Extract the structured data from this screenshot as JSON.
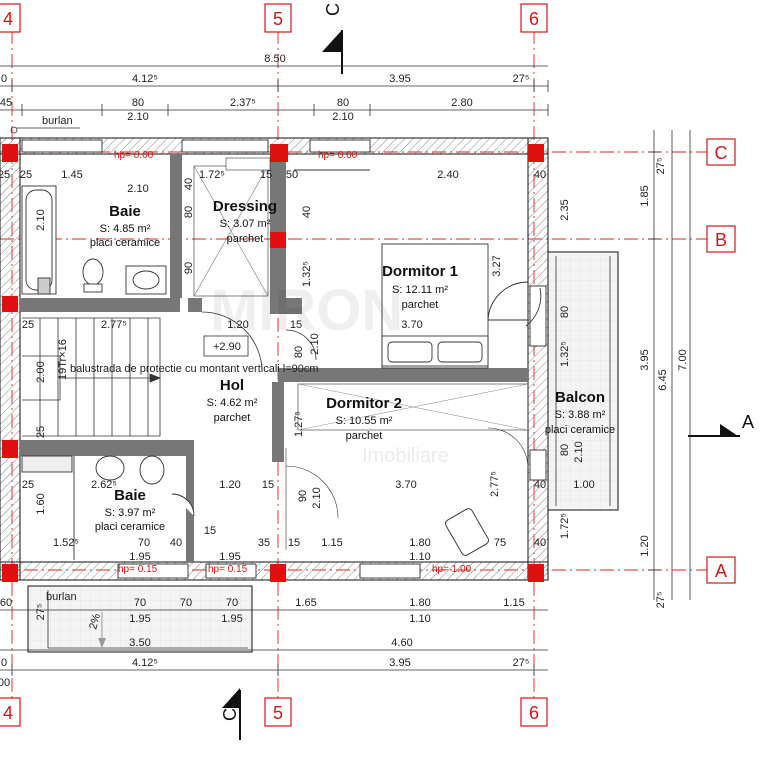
{
  "axes": {
    "top": [
      "4",
      "5",
      "6"
    ],
    "bottom": [
      "4",
      "5",
      "6"
    ],
    "right": [
      "C",
      "B",
      "A"
    ]
  },
  "section_markers": {
    "c_top": "C",
    "c_bottom": "C",
    "a_right": "A"
  },
  "dims_top": {
    "total": "8.50",
    "row1": [
      "0",
      "4.12⁵",
      "3.95",
      "27⁵"
    ],
    "row2": [
      "45",
      "80",
      "2.37⁵",
      "80",
      "2.80"
    ],
    "row2b": [
      "2.10",
      "2.10"
    ],
    "burlan": "burlan"
  },
  "dims_bottom": {
    "row1": [
      "60",
      "70",
      "70",
      "70",
      "1.65",
      "1.80",
      "1.15"
    ],
    "row1b": [
      "1.95",
      "1.95",
      "1.10"
    ],
    "row2": [
      "3.50",
      "4.60"
    ],
    "row3": [
      "0",
      "4.12⁵",
      "3.95",
      "27⁵"
    ],
    "row4": "00",
    "burlan": "burlan",
    "slope": "2%"
  },
  "dims_right": {
    "col1": [
      "27⁵",
      "1.85",
      "3.95",
      "1.20",
      "27⁵"
    ],
    "col2": "6.45",
    "col3": "7.00"
  },
  "hp_labels": [
    "hp= 0.00",
    "hp= 0.00",
    "hp= 0.15",
    "hp= 0.15",
    "hp= 1.00"
  ],
  "rooms": [
    {
      "name": "Baie",
      "area": "S: 4.85 m²",
      "finish": "placi ceramice"
    },
    {
      "name": "Dressing",
      "area": "S: 3.07 m²",
      "finish": "parchet"
    },
    {
      "name": "Dormitor 1",
      "area": "S: 12.11 m²",
      "finish": "parchet"
    },
    {
      "name": "Hol",
      "area": "S: 4.62 m²",
      "finish": "parchet"
    },
    {
      "name": "Dormitor 2",
      "area": "S: 10.55 m²",
      "finish": "parchet"
    },
    {
      "name": "Balcon",
      "area": "S: 3.88 m²",
      "finish": "placi ceramice"
    },
    {
      "name": "Baie",
      "area": "S: 3.97 m²",
      "finish": "placi ceramice"
    }
  ],
  "inner_dims": {
    "baie1": [
      "25",
      "1.45",
      "2.10",
      "2.10",
      "25"
    ],
    "dressing": [
      "1.72⁵",
      "15",
      "50",
      "40",
      "80",
      "90"
    ],
    "dorm1": [
      "2.40",
      "2.35",
      "3.27",
      "1.32⁵",
      "40",
      "3.70",
      "80",
      "2.10"
    ],
    "hol": [
      "2.77⁵",
      "25",
      "1.20",
      "15",
      "2.10",
      "2.00",
      "25",
      "1.20",
      "15",
      "15"
    ],
    "level": "+2.90",
    "stair_note": "balustrada de protectie cu montant verticali l=90cm",
    "stair_tr": "19Tr×16",
    "dorm2": [
      "1.27⁵",
      "80",
      "3.70",
      "90",
      "2.10",
      "2.77⁵",
      "1.15",
      "1.80",
      "75"
    ],
    "balcon": [
      "80",
      "1.32⁵",
      "80",
      "2.10",
      "40",
      "1.00",
      "1.72⁵"
    ],
    "baie2": [
      "2.62⁵",
      "25",
      "1.60",
      "1.52⁵",
      "70",
      "40",
      "1.95",
      "1.95",
      "35",
      "15",
      "1.10",
      "40"
    ]
  },
  "watermark": {
    "main": "MIRON",
    "sub": "Imobiliare"
  }
}
